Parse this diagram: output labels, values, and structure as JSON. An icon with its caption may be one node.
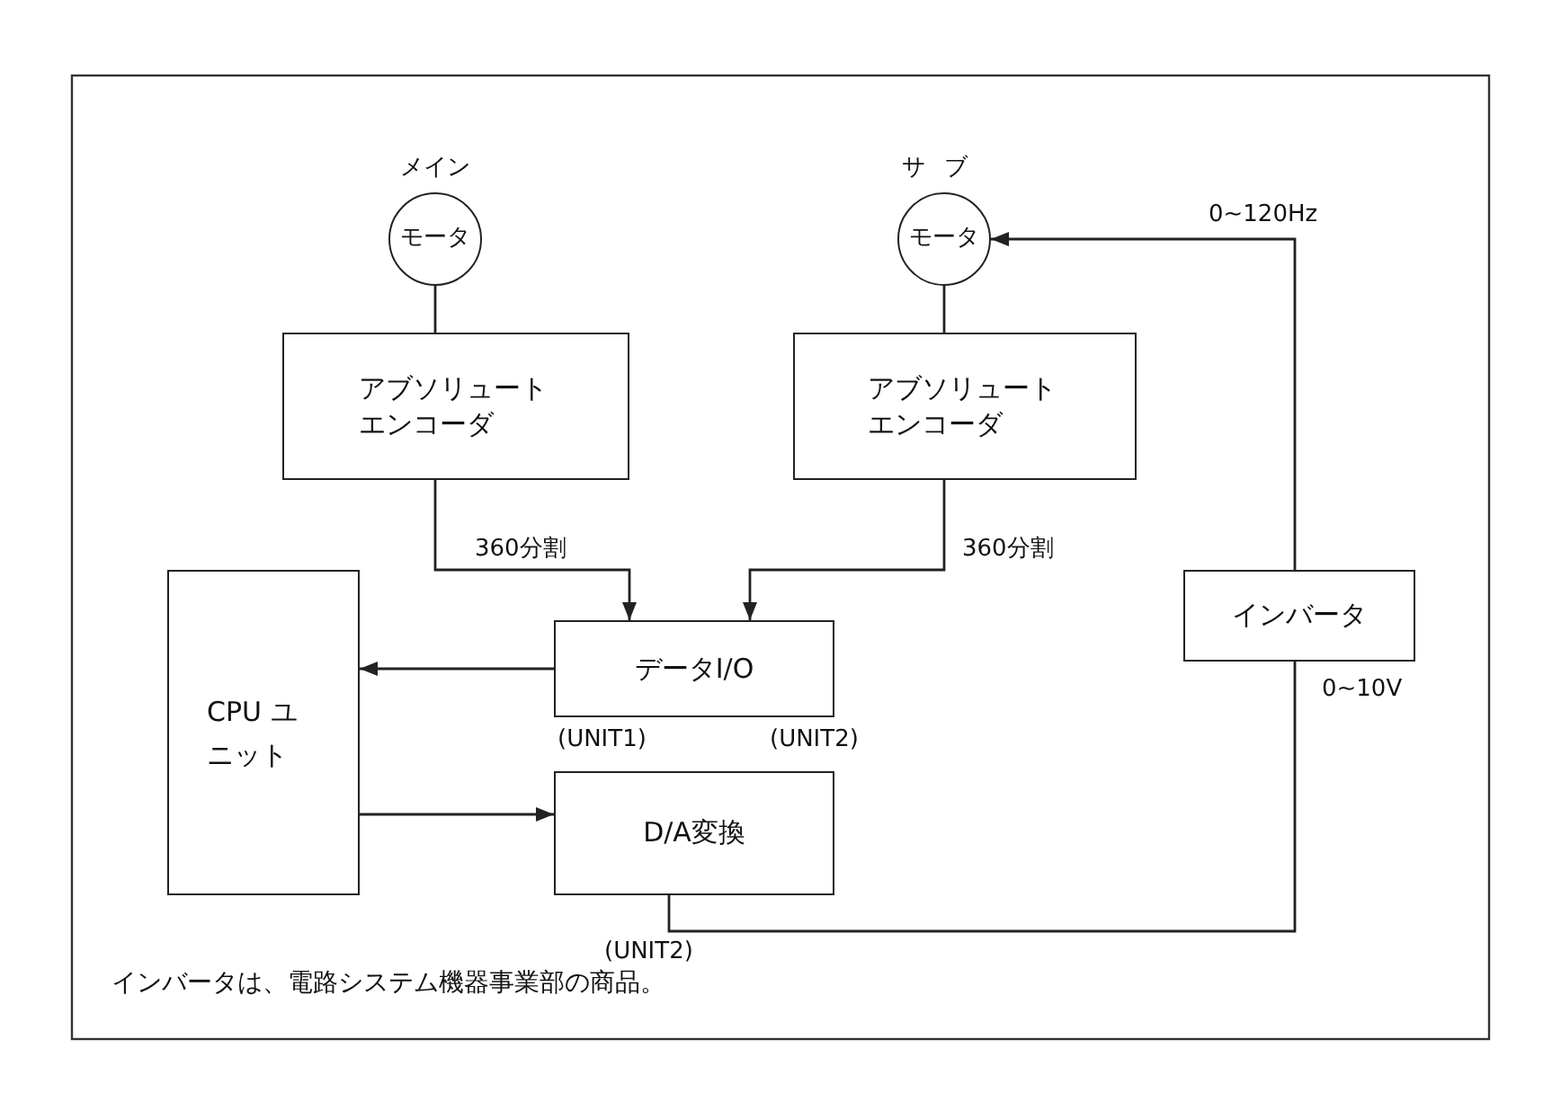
{
  "diagram": {
    "caption": "インバータは、電路システム機器事業部の商品。",
    "nodes": [
      {
        "text": [
          "モータ"
        ],
        "beside": [
          "メイン"
        ]
      },
      {
        "text": [
          "アブソリュートエンコーダ"
        ]
      },
      {
        "text": [
          "モータ"
        ],
        "beside": [
          "サブ"
        ]
      },
      {
        "text": [
          "アブソリュートエンコーダ"
        ]
      },
      {
        "text": [
          "CPU ユニット"
        ]
      },
      {
        "text": [
          "データI/O"
        ],
        "beside": [
          "(UNIT1)",
          "(UNIT2)"
        ]
      },
      {
        "text": [
          "インバータ"
        ]
      },
      {
        "text": [
          "D/A変換"
        ],
        "beside": [
          "(UNIT2)"
        ]
      }
    ],
    "edges": [
      {
        "from": 0,
        "to": 1,
        "arrow": "none"
      },
      {
        "from": 2,
        "to": 3,
        "arrow": "none"
      },
      {
        "from": 1,
        "to": 5,
        "arrow": "to",
        "label": "360分割"
      },
      {
        "from": 3,
        "to": 5,
        "arrow": "to",
        "label": "360分割"
      },
      {
        "from": 5,
        "to": 4,
        "arrow": "to"
      },
      {
        "from": 4,
        "to": 7,
        "arrow": "to"
      },
      {
        "from": 7,
        "to": 6,
        "arrow": "none",
        "label": "0~10V"
      },
      {
        "from": 6,
        "to": 2,
        "arrow": "to",
        "label": "0~120Hz"
      }
    ]
  }
}
